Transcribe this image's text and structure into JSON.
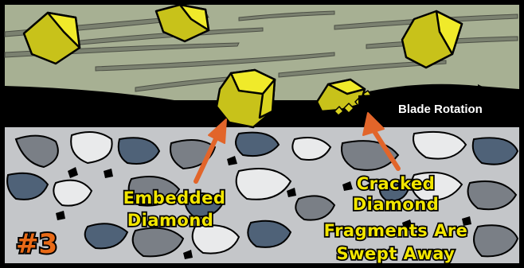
{
  "labels": {
    "blade_rotation": "Blade Rotation",
    "embedded_line1": "Embedded",
    "embedded_line2": "Diamond",
    "cracked_line1": "Cracked",
    "cracked_line2": "Diamond",
    "cracked_line3": "Fragments Are",
    "cracked_line4": "Swept Away",
    "step_number": "#3"
  },
  "colors": {
    "frame": "#000000",
    "matrix": "#a7b093",
    "concrete": "#c4c6c9",
    "diamond": "#c8c21a",
    "diamond_highlight": "#f0ea2a",
    "arrow": "#e2652a",
    "label_fill": "#f2e600",
    "step_fill": "#e86a17"
  }
}
